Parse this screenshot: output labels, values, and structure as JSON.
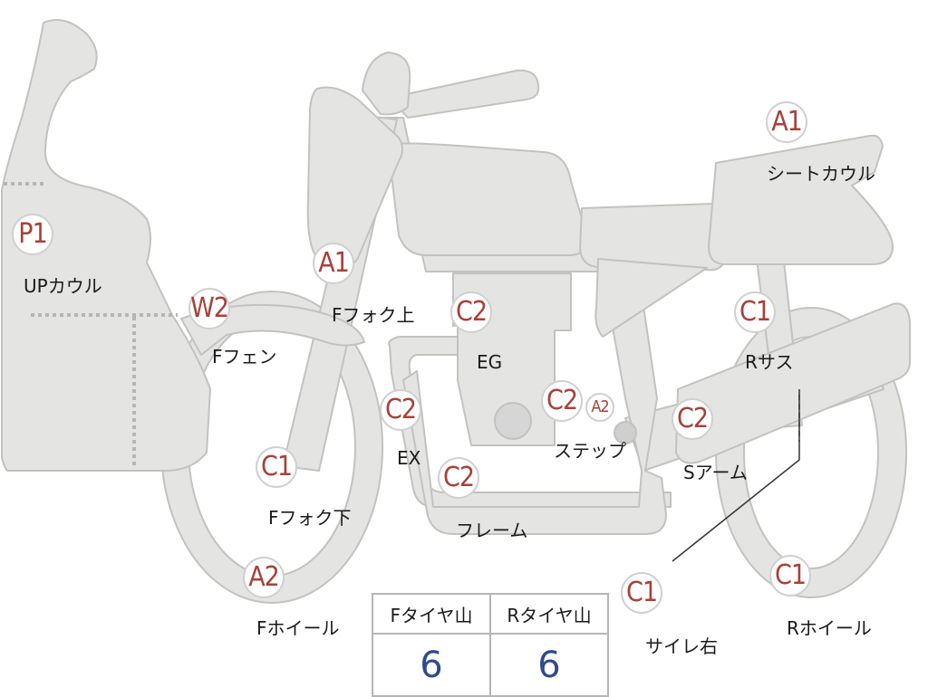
{
  "parts": {
    "up_cowl": {
      "code": "P1",
      "label": "UPカウル"
    },
    "f_fender": {
      "code": "W2",
      "label": "Fフェン"
    },
    "f_fork_top": {
      "code": "A1",
      "label": "Fフォク上"
    },
    "f_fork_low": {
      "code": "C1",
      "label": "Fフォク下"
    },
    "f_wheel": {
      "code": "A2",
      "label": "Fホイール"
    },
    "engine": {
      "code": "C2",
      "label": "EG"
    },
    "exhaust": {
      "code": "C2",
      "label": "EX"
    },
    "frame": {
      "code": "C2",
      "label": "フレーム"
    },
    "step": {
      "code": "C2",
      "code2": "A2",
      "label": "ステップ"
    },
    "swingarm": {
      "code": "C2",
      "label": "Sアーム"
    },
    "r_sus": {
      "code": "C1",
      "label": "Rサス"
    },
    "seat_cowl": {
      "code": "A1",
      "label": "シートカウル"
    },
    "muffler_r": {
      "code": "C1",
      "label": "サイレ右"
    },
    "r_wheel": {
      "code": "C1",
      "label": "Rホイール"
    }
  },
  "tread": {
    "front": {
      "label": "Fタイヤ山",
      "value": "6"
    },
    "rear": {
      "label": "Rタイヤ山",
      "value": "6"
    }
  },
  "colors": {
    "part_fill": "#e4e4e2",
    "part_stroke": "#c2c2c0",
    "code": "#a8403a",
    "value": "#2f4a8c"
  }
}
